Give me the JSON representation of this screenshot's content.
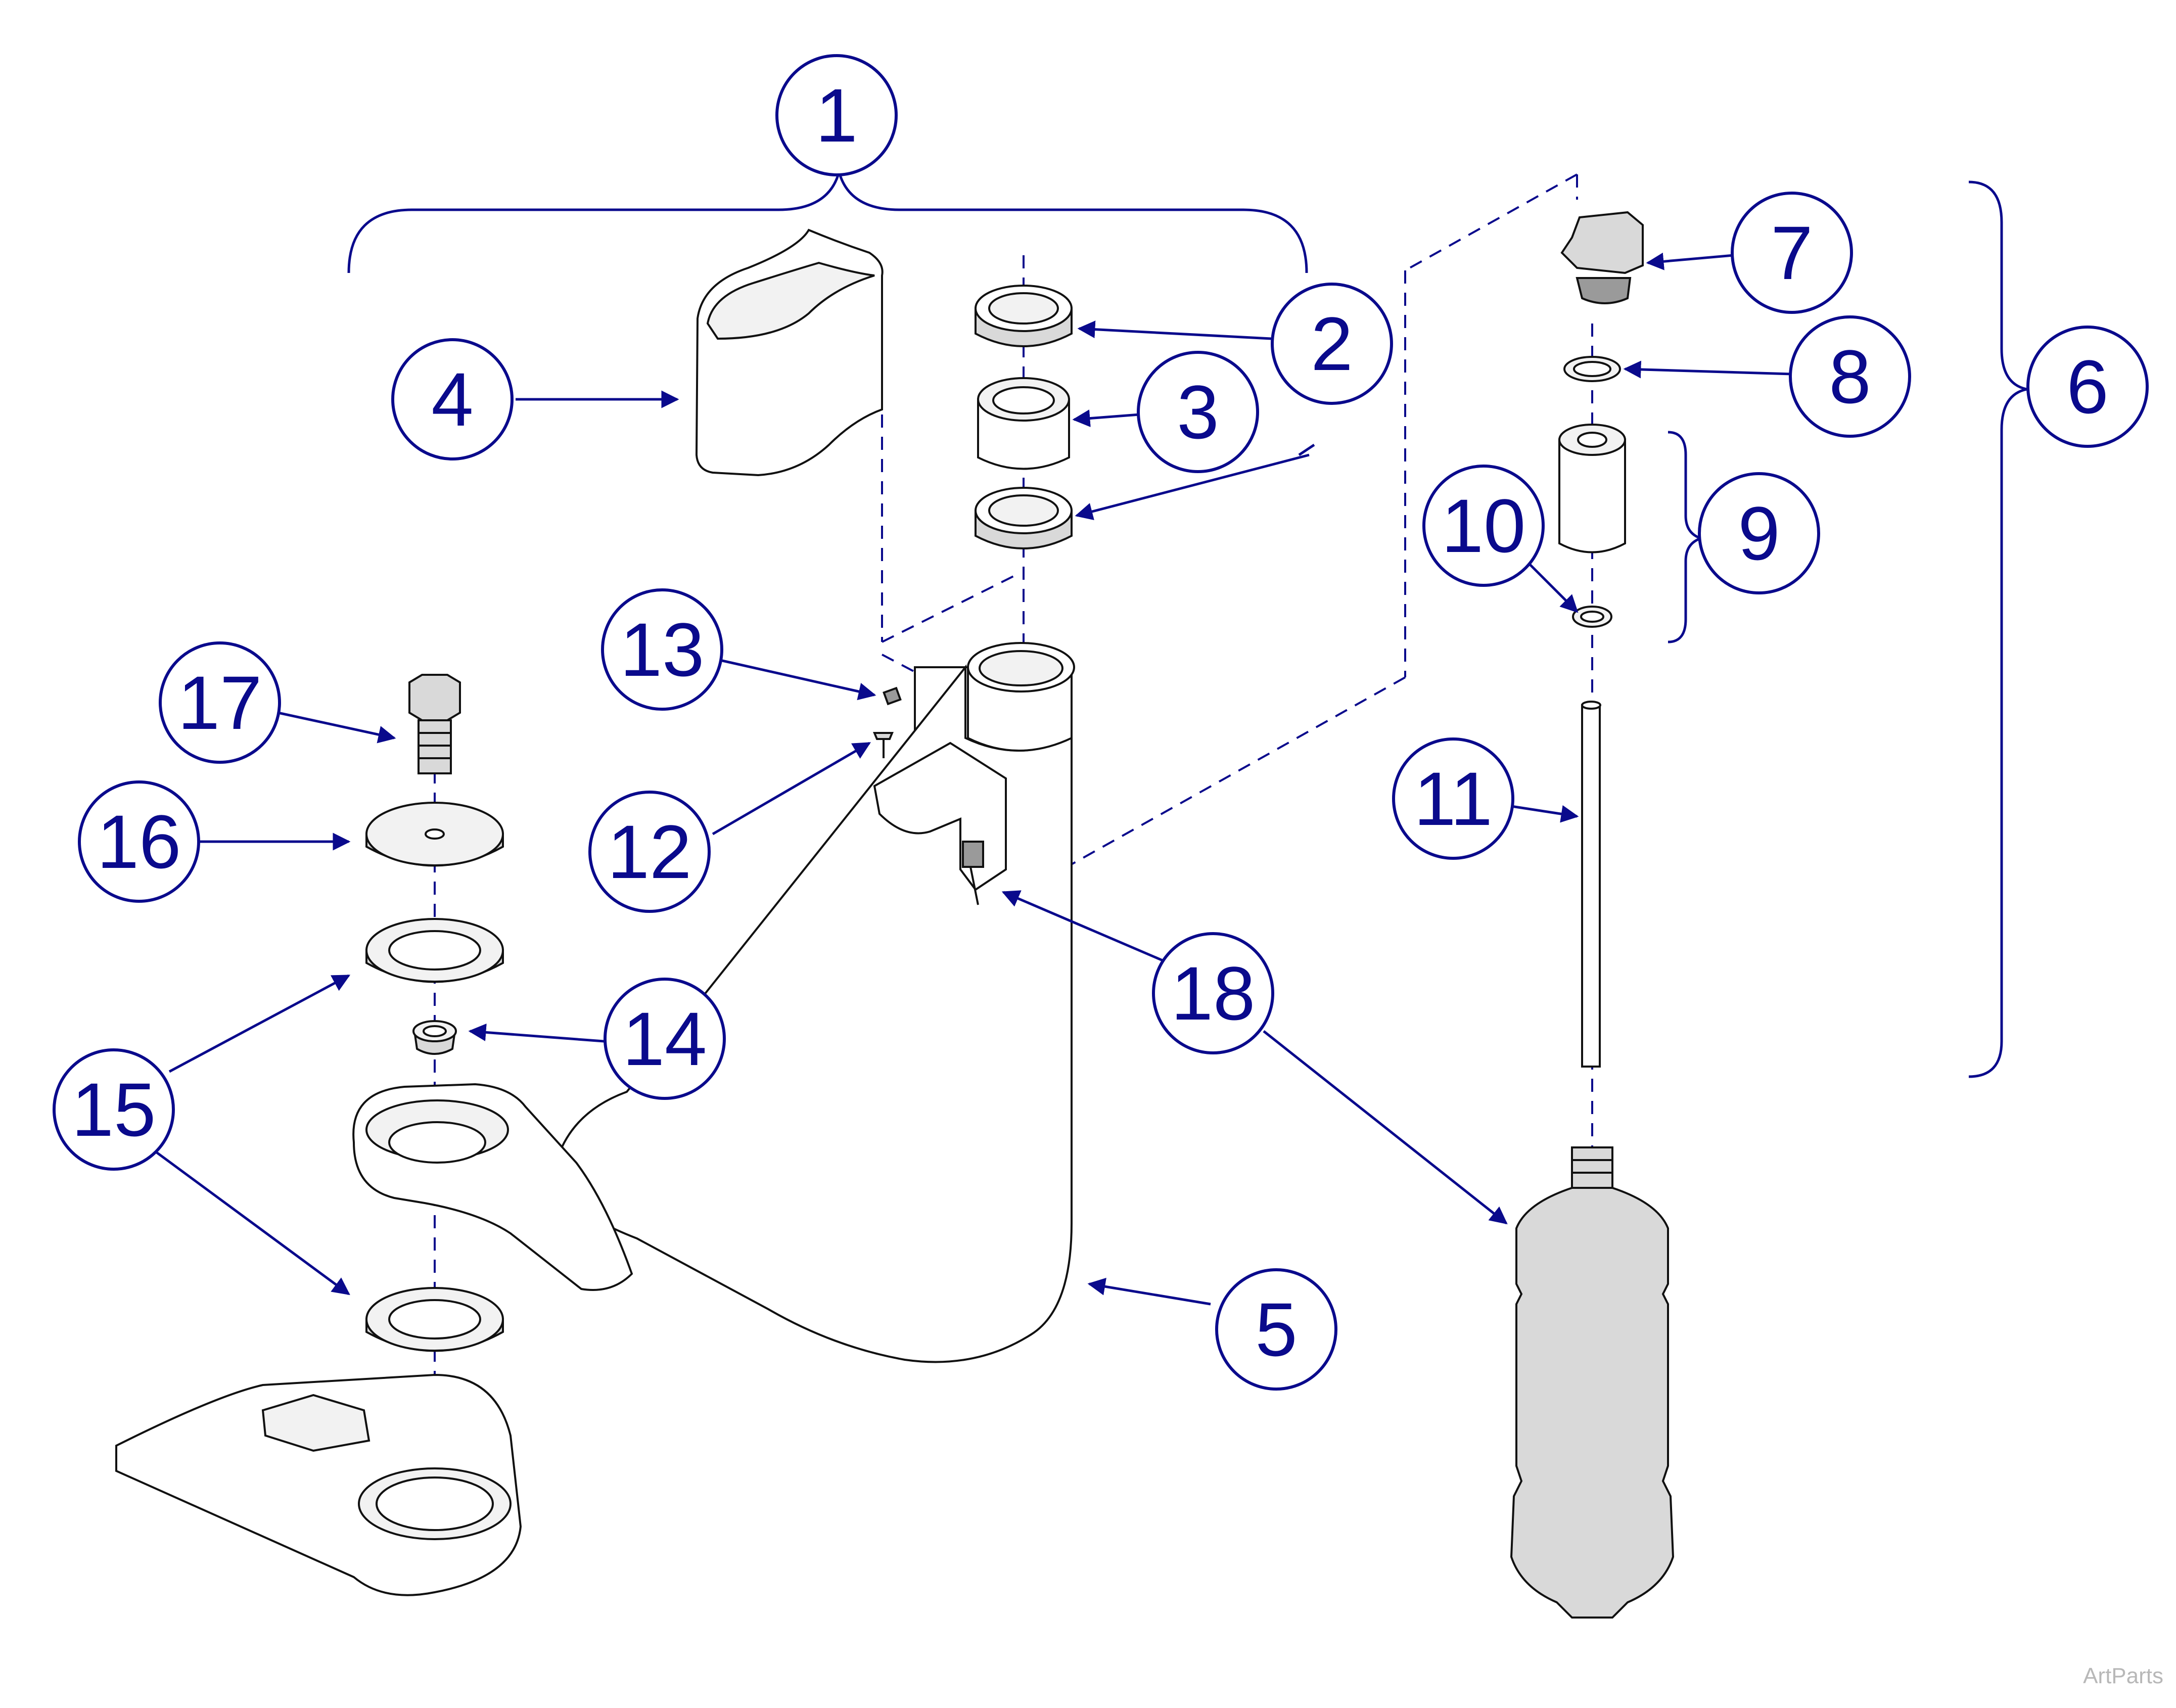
{
  "callouts": [
    "1",
    "2",
    "3",
    "4",
    "5",
    "6",
    "7",
    "8",
    "9",
    "10",
    "11",
    "12",
    "13",
    "14",
    "15",
    "16",
    "17",
    "18"
  ],
  "watermark": "ArtParts",
  "colors": {
    "callout": "#0a0a8c",
    "outline": "#111111"
  }
}
